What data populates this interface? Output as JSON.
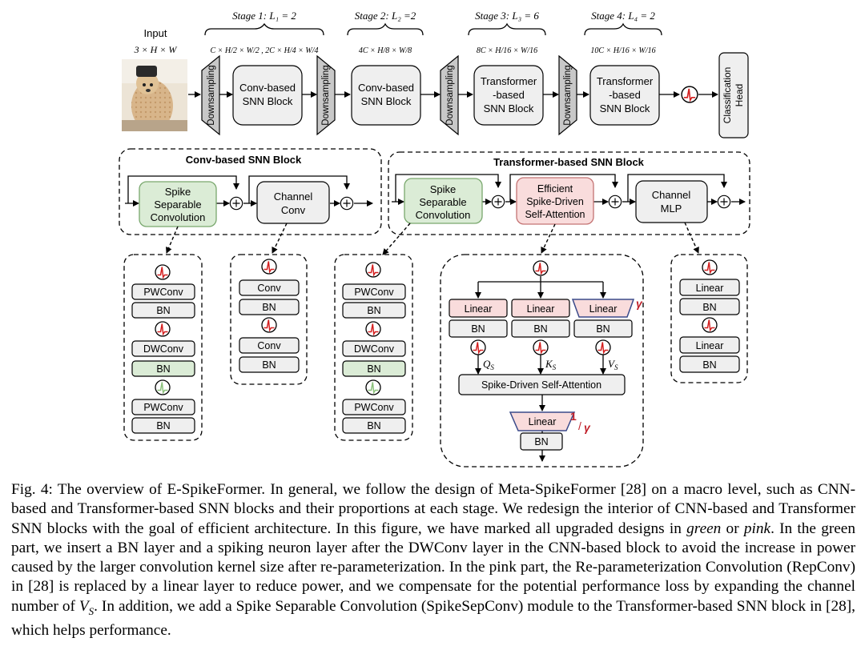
{
  "top": {
    "input_label": "Input",
    "input_dims": "3 × H × W",
    "stages": [
      {
        "title": "Stage 1: L₁ = 2",
        "dims": "C × H/2 × W/2 , 2C × H/4 × W/4"
      },
      {
        "title": "Stage 2: L₂ =2",
        "dims": "4C × H/8 × W/8"
      },
      {
        "title": "Stage 3: L₃ = 6",
        "dims": "8C × H/16 × W/16"
      },
      {
        "title": "Stage 4: L₄ = 2",
        "dims": "10C × H/16 × W/16"
      }
    ],
    "downsampling": "Downsampling",
    "conv_block": [
      "Conv-based",
      "SNN Block"
    ],
    "transformer_block": [
      "Transformer",
      "-based",
      "SNN Block"
    ],
    "head": [
      "Classification",
      "Head"
    ]
  },
  "conv_detail": {
    "title": "Conv-based SNN Block",
    "sepconv": [
      "Spike",
      "Separable",
      "Convolution"
    ],
    "channel_conv": [
      "Channel",
      "Conv"
    ]
  },
  "trans_detail": {
    "title": "Transformer-based SNN Block",
    "sepconv": [
      "Spike",
      "Separable",
      "Convolution"
    ],
    "attn": [
      "Efficient",
      "Spike-Driven",
      "Self-Attention"
    ],
    "mlp": [
      "Channel",
      "MLP"
    ]
  },
  "sub_sepconv": [
    "PWConv",
    "BN",
    "DWConv",
    "BN",
    "PWConv",
    "BN"
  ],
  "sub_channel_conv": [
    "Conv",
    "BN",
    "Conv",
    "BN"
  ],
  "sub_mlp": [
    "Linear",
    "BN",
    "Linear",
    "BN"
  ],
  "attn_detail": {
    "linear": "Linear",
    "bn": "BN",
    "q": "Q",
    "k": "K",
    "v": "V",
    "subscript": "S",
    "gamma": "γ",
    "inv_gamma_num": "1",
    "inv_gamma_den": "γ",
    "sdsa": "Spike-Driven Self-Attention"
  },
  "caption": [
    {
      "t": "Fig. 4: The overview of E-SpikeFormer. In general, we follow the design of Meta-SpikeFormer [28] on a macro level, such as CNN-based and Transformer-based SNN blocks and their proportions at each stage. We redesign the interior of CNN-based and Transformer SNN blocks with the goal of efficient architecture. In this figure, we have marked all upgraded designs in "
    },
    {
      "t": "green",
      "em": true
    },
    {
      "t": " or "
    },
    {
      "t": "pink",
      "em": true
    },
    {
      "t": ". In the green part, we insert a BN layer and a spiking neuron layer after the DWConv layer in the CNN-based block to avoid the increase in power caused by the larger convolution kernel size after re-parameterization. In the pink part, the Re-parameterization Convolution (RepConv) in [28] is replaced by a linear layer to reduce power, and we compensate for the potential performance loss by expanding the channel number of "
    },
    {
      "t": "V",
      "em": true
    },
    {
      "t": "S",
      "sub": true
    },
    {
      "t": ". In addition, we add a Spike Separable Convolution (SpikeSepConv) module to the Transformer-based SNN block in [28], which helps performance."
    }
  ],
  "colors": {
    "green_fill": "#dbecd6",
    "green_stroke": "#7aa86e",
    "pink_fill": "#f9dcdc",
    "pink_stroke": "#c47474",
    "gray_fill": "#efefef",
    "spike_red": "#d42020"
  }
}
